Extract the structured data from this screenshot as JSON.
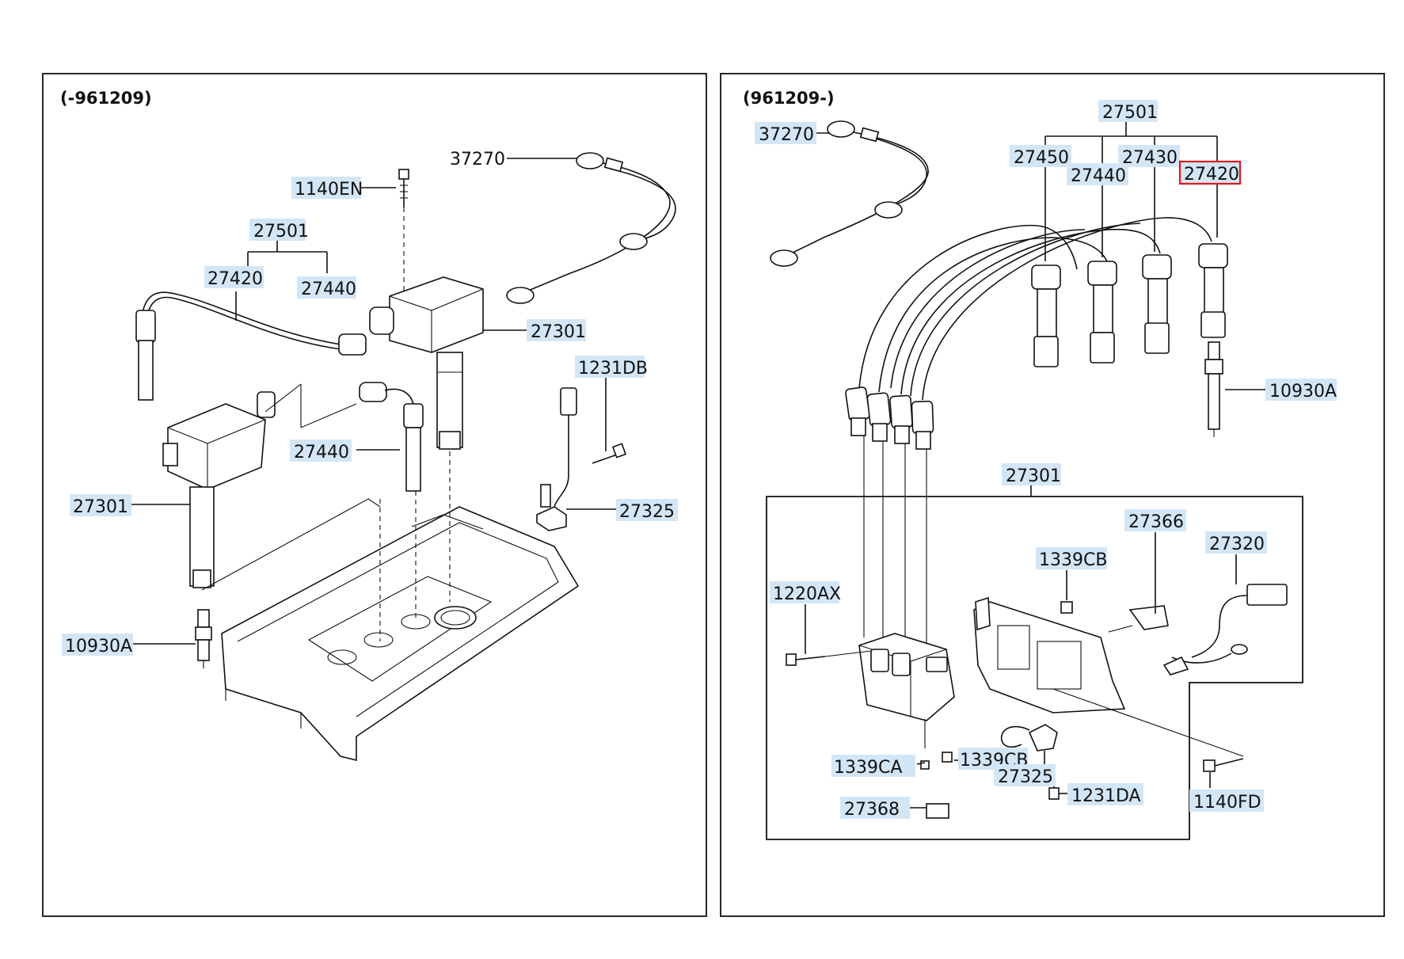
{
  "left_panel": {
    "header": "(-961209)",
    "labels": [
      "37270",
      "1140EN",
      "27501",
      "27420",
      "27440",
      "27301",
      "1231DB",
      "27440",
      "27301",
      "27325",
      "10930A"
    ]
  },
  "right_panel": {
    "header": "(961209-)",
    "labels": [
      "27501",
      "37270",
      "27450",
      "27430",
      "27440",
      "27420",
      "10930A",
      "27301",
      "27366",
      "27320",
      "1339CB",
      "1220AX",
      "1339CB",
      "1339CA",
      "27325",
      "1231DA",
      "1140FD",
      "27368"
    ],
    "selected_part": "27420"
  },
  "colors": {
    "highlight": "#d3e6f6",
    "selection": "#e0161c",
    "line": "#111111"
  }
}
